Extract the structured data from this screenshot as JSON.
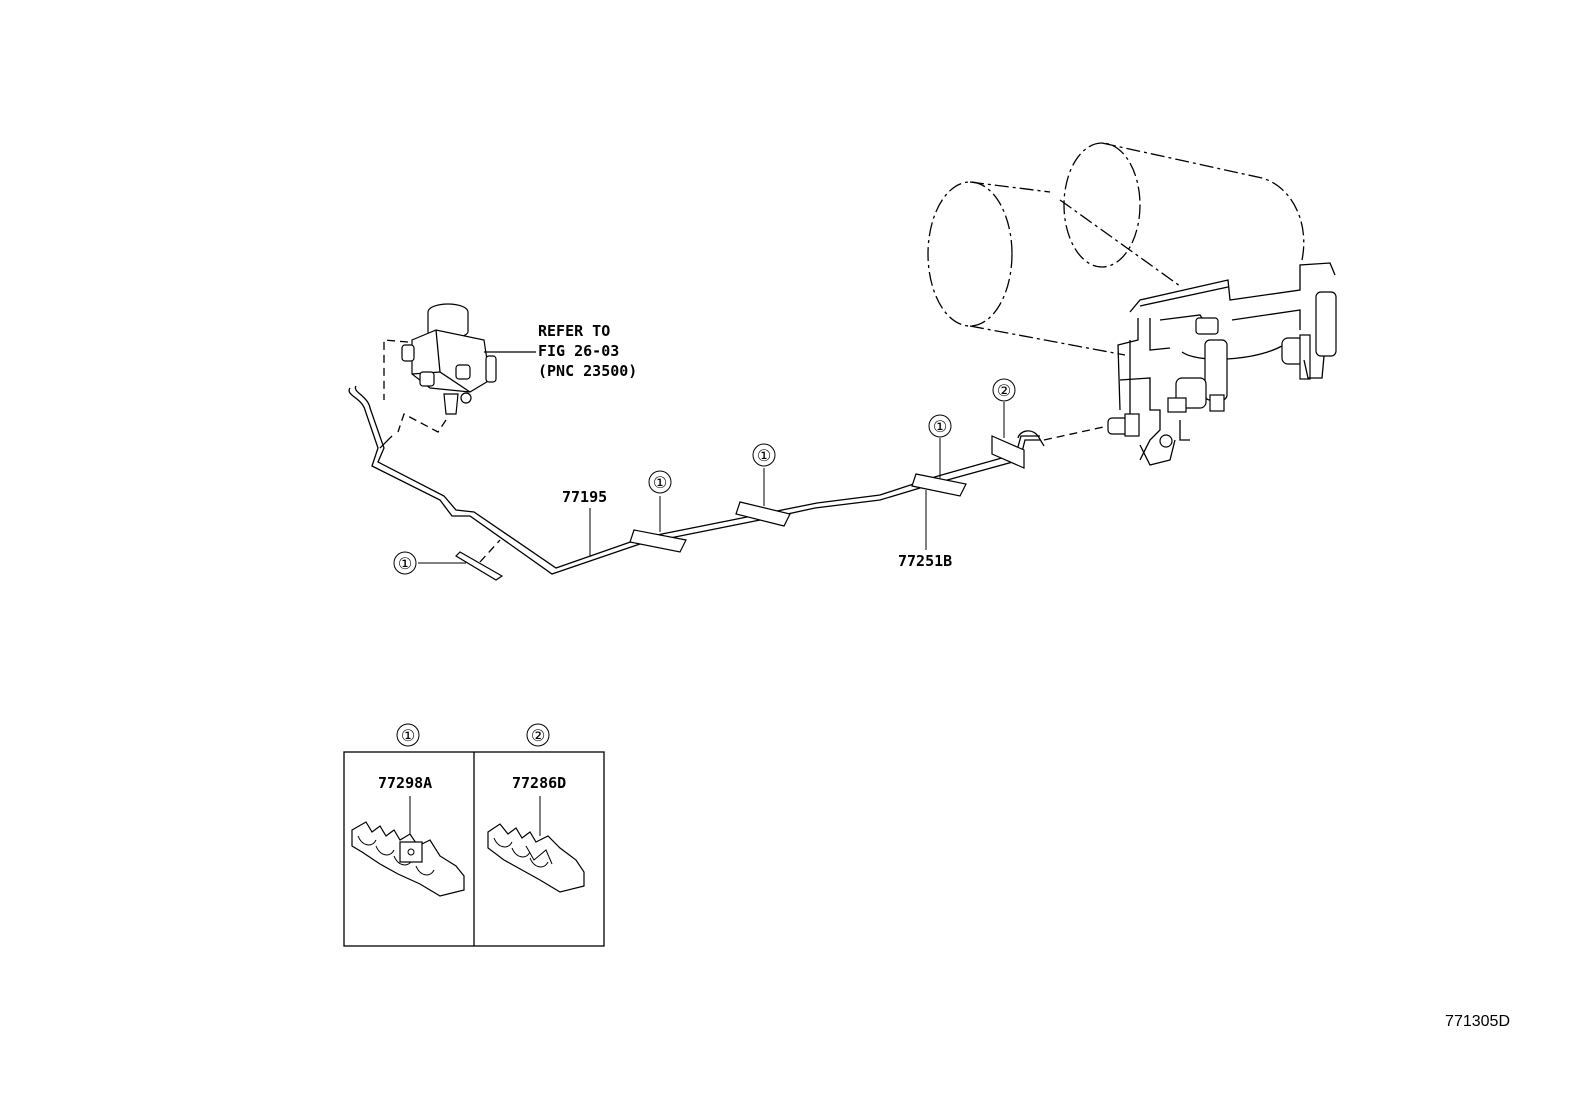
{
  "figure": {
    "id": "771305D"
  },
  "callouts": {
    "refer_line1": "REFER TO",
    "refer_line2": "FIG 26-03",
    "refer_line3": "(PNC 23500)",
    "part_77195": "77195",
    "part_77251b": "77251B",
    "clamp_1": "①",
    "clamp_2": "②"
  },
  "legend": {
    "box1": {
      "marker": "①",
      "part": "77298A"
    },
    "box2": {
      "marker": "②",
      "part": "77286D"
    }
  }
}
